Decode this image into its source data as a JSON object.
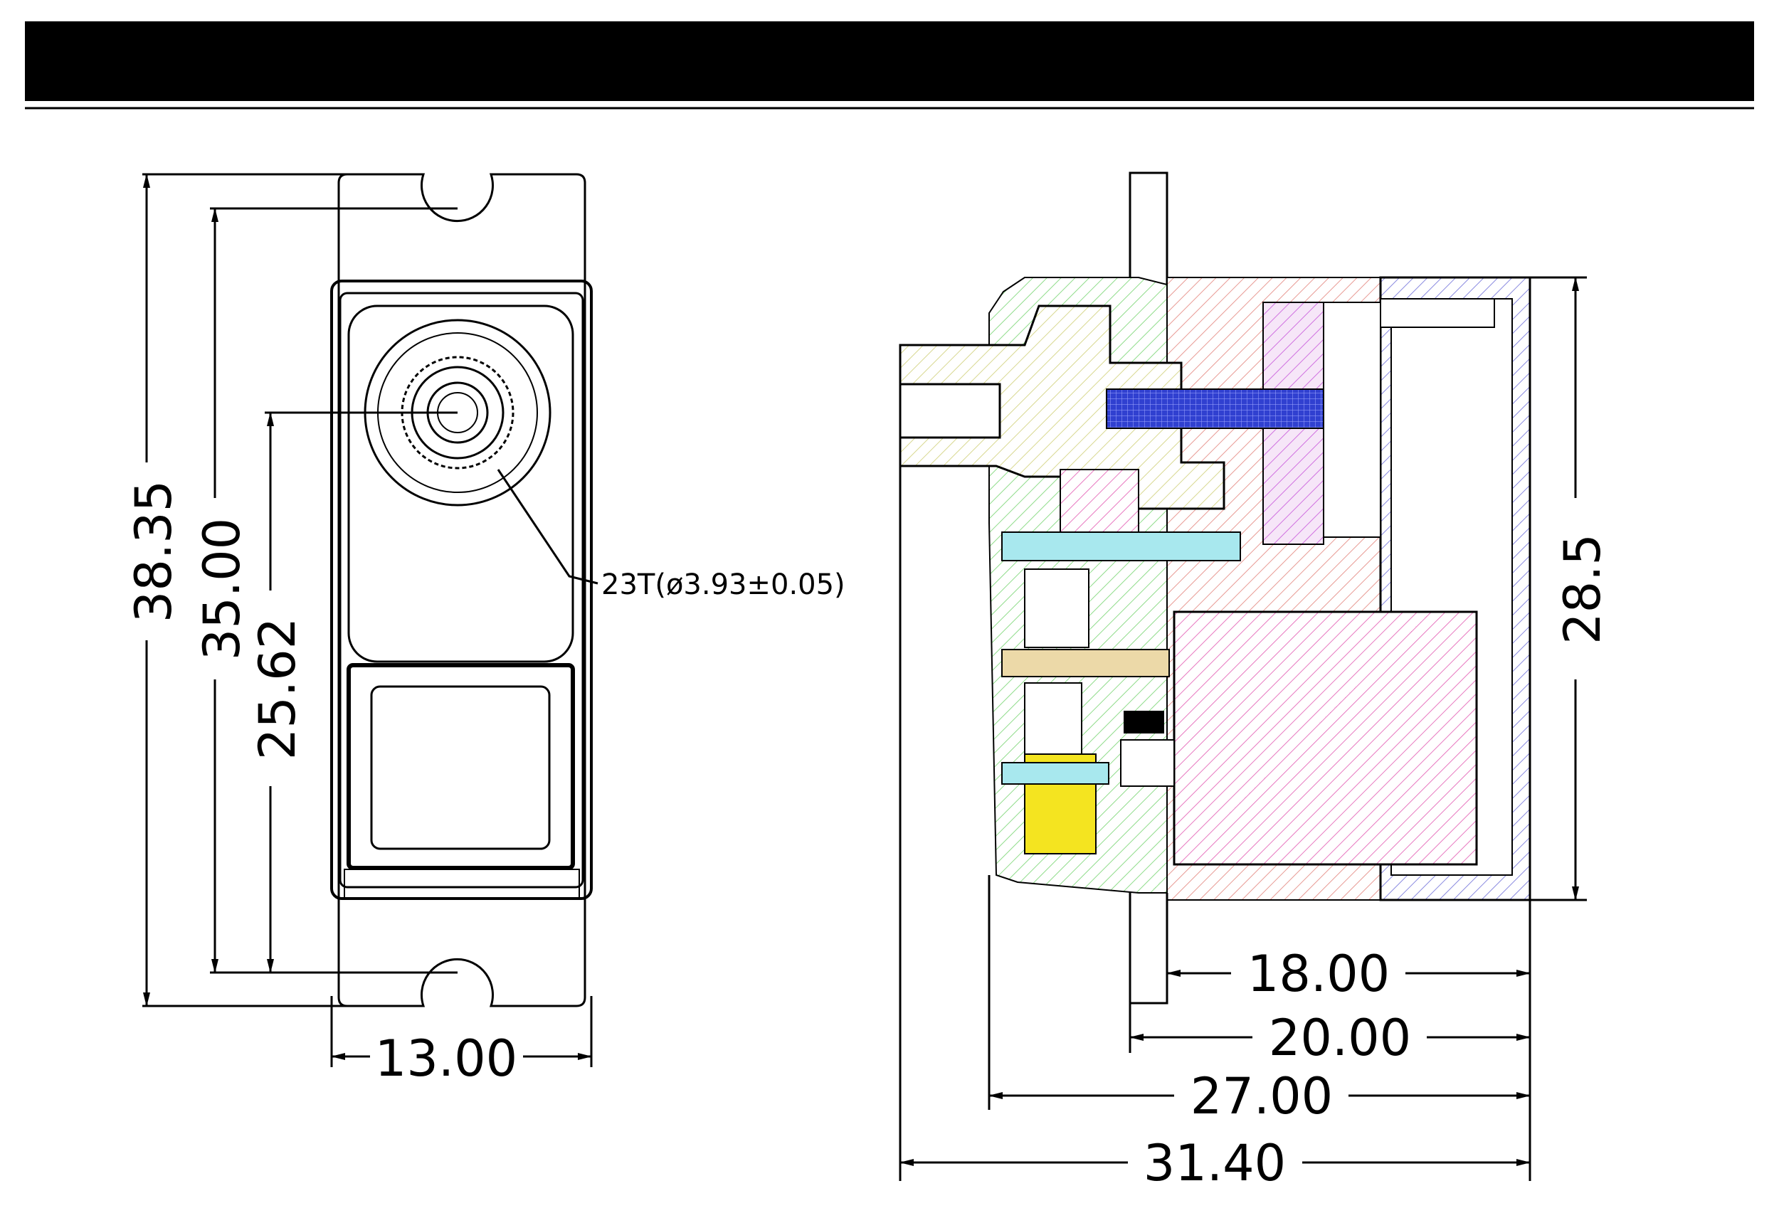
{
  "colors": {
    "ink": "#000000",
    "header_bar": "#000000",
    "light_green": "#9ee89a",
    "cream": "#e6e6a0",
    "salmon": "#e8a09a",
    "magenta": "#e0a0e8",
    "pink": "#e890c8",
    "blue": "#2f3fd0",
    "cyan": "#9fe0e8",
    "lavender": "#9a9ae8",
    "yellow": "#f4e420",
    "tan": "#e8d09a"
  },
  "front_view": {
    "height_overall": "38.35",
    "height_mount_holes": "35.00",
    "height_output_shaft": "25.62",
    "width": "13.00",
    "spline_note": "23T(ø3.93±0.05)"
  },
  "side_view": {
    "height": "28.5",
    "length_case": "18.00",
    "length_flange": "20.00",
    "length_body": "27.00",
    "length_overall": "31.40"
  }
}
